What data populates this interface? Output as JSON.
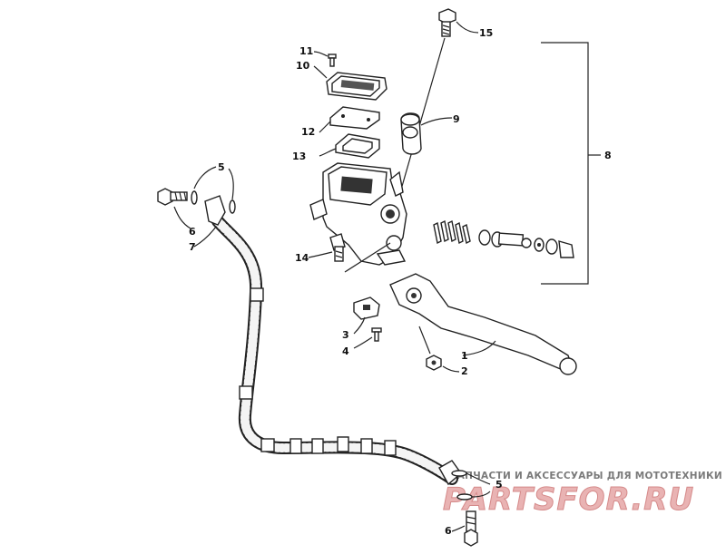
{
  "watermark": {
    "tagline": "ЗАПЧАСТИ И АКСЕССУАРЫ ДЛЯ МОТОТЕХНИКИ",
    "brand": "PARTSFOR.RU",
    "color": "#e08a8a"
  },
  "callouts": {
    "c1": "1",
    "c2": "2",
    "c3": "3",
    "c4": "4",
    "c5a": "5",
    "c5b": "5",
    "c6a": "6",
    "c6b": "6",
    "c7": "7",
    "c8": "8",
    "c9": "9",
    "c10": "10",
    "c11": "11",
    "c12": "12",
    "c13": "13",
    "c14": "14",
    "c15": "15"
  }
}
